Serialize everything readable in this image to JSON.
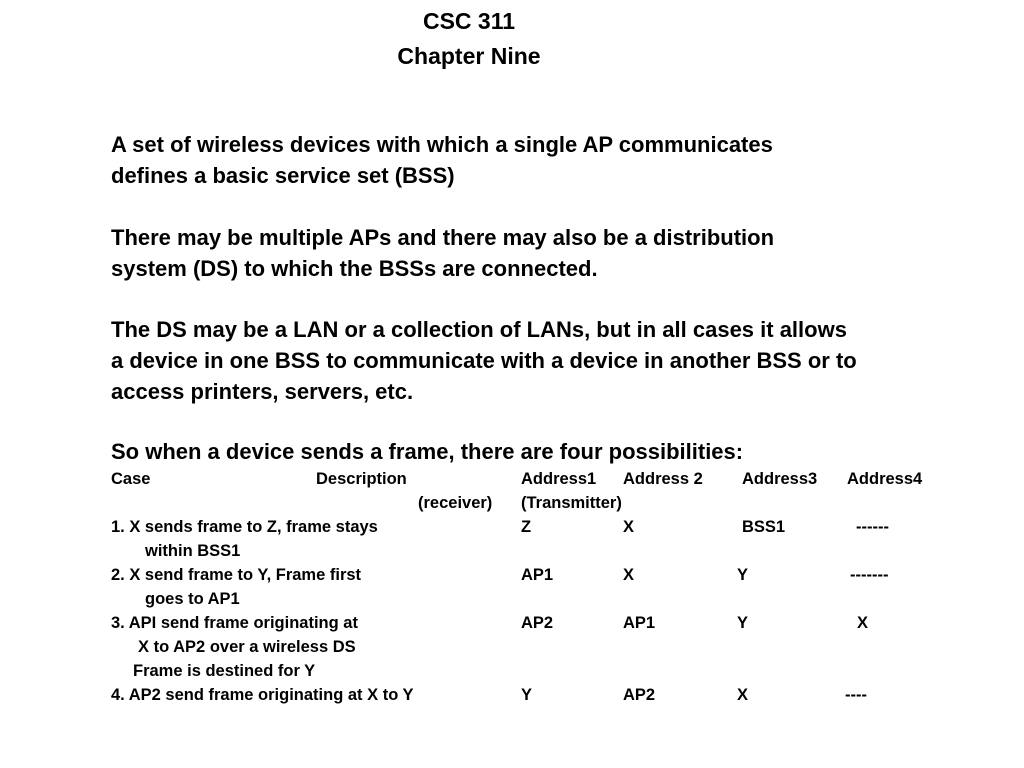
{
  "slide": {
    "title": "CSC 311",
    "subtitle": "Chapter Nine",
    "paragraphs": [
      [
        "A set of wireless devices with which a single AP communicates",
        "defines a basic service set   (BSS)"
      ],
      [
        "There may be multiple APs and there may also be a distribution",
        "system (DS) to which the BSSs are connected."
      ],
      [
        "The DS may be a LAN or a collection of LANs, but in all cases it allows",
        "a device in one BSS to communicate with a device in another BSS or to",
        "access printers, servers, etc."
      ],
      [
        "So when a device sends a frame, there are four possibilities:"
      ]
    ]
  },
  "table": {
    "headers": {
      "case": "Case",
      "description": "Description",
      "address1": "Address1",
      "address2": "Address 2",
      "address3": "Address3",
      "address4": "Address4",
      "receiver": "(receiver)",
      "transmitter": "(Transmitter)"
    },
    "rows": [
      {
        "description": [
          "1.    X sends frame to Z, frame stays",
          "within BSS1"
        ],
        "address1": "Z",
        "address2": "X",
        "address3": "BSS1",
        "address4": "------"
      },
      {
        "description": [
          "2.    X send frame to Y, Frame first",
          "goes to AP1"
        ],
        "address1": "AP1",
        "address2": "X",
        "address3": "Y",
        "address4": "-------"
      },
      {
        "description": [
          "3. API send frame originating at",
          "X to AP2 over a wireless DS",
          "Frame is destined for Y"
        ],
        "address1": "AP2",
        "address2": "AP1",
        "address3": "Y",
        "address4": "X"
      },
      {
        "description": [
          "4. AP2 send frame originating at X to Y"
        ],
        "address1": "Y",
        "address2": "AP2",
        "address3": "X",
        "address4": "----"
      }
    ]
  }
}
